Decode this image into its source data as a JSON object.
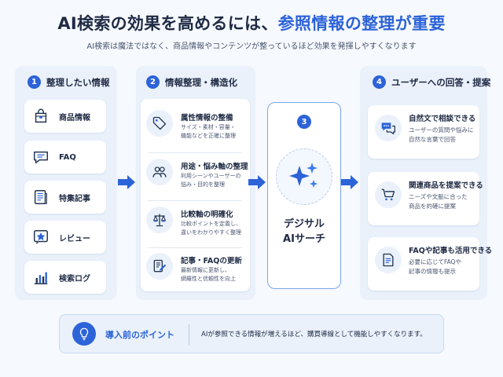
{
  "title": {
    "part1": "AI検索の効果を高めるには、",
    "part2": "参照情報の整理が重要"
  },
  "subtitle": "AI検索は魔法ではなく、商品情報やコンテンツが整っているほど効果を発揮しやすくなります",
  "colors": {
    "accent": "#2c63d8",
    "panel": "#eaf1fb",
    "text": "#1f2a44"
  },
  "steps": [
    {
      "num": "1",
      "title": "整理したい情報",
      "items": [
        {
          "label": "商品情報",
          "icon": "bag-icon"
        },
        {
          "label": "FAQ",
          "icon": "chat-bubble-icon"
        },
        {
          "label": "特集記事",
          "icon": "document-icon"
        },
        {
          "label": "レビュー",
          "icon": "star-icon"
        },
        {
          "label": "検索ログ",
          "icon": "bar-chart-icon"
        }
      ]
    },
    {
      "num": "2",
      "title": "情報整理・構造化",
      "items": [
        {
          "heading": "属性情報の整備",
          "desc1": "サイズ・素材・容量・",
          "desc2": "機能などを正確に整理",
          "icon": "tag-icon"
        },
        {
          "heading": "用途・悩み軸の整理",
          "desc1": "利用シーンやユーザーの",
          "desc2": "悩み・目的を整理",
          "icon": "users-icon"
        },
        {
          "heading": "比較軸の明確化",
          "desc1": "比較ポイントを定義し、",
          "desc2": "違いをわかりやすく整理",
          "icon": "scale-icon"
        },
        {
          "heading": "記事・FAQの更新",
          "desc1": "最新情報に更新し、",
          "desc2": "網羅性と信頼性を向上",
          "icon": "edit-document-icon"
        }
      ]
    },
    {
      "num": "3",
      "title1": "デジサル",
      "title2": "AIサーチ",
      "icon": "sparkle-icon"
    },
    {
      "num": "4",
      "title": "ユーザーへの回答・提案",
      "items": [
        {
          "heading": "自然文で相談できる",
          "desc1": "ユーザーの質問や悩みに",
          "desc2": "自然な言葉で回答",
          "icon": "chat-bubbles-icon"
        },
        {
          "heading": "関連商品を提案できる",
          "desc1": "ニーズや文脈に合った",
          "desc2": "商品を的確に提案",
          "icon": "cart-icon"
        },
        {
          "heading": "FAQや記事も活用できる",
          "desc1": "必要に応じてFAQや",
          "desc2": "記事の情報も提示",
          "icon": "document-icon"
        }
      ]
    }
  ],
  "bottom": {
    "label": "導入前のポイント",
    "text": "AIが参照できる情報が増えるほど、購買導線として機能しやすくなります。",
    "icon": "lightbulb-icon"
  }
}
